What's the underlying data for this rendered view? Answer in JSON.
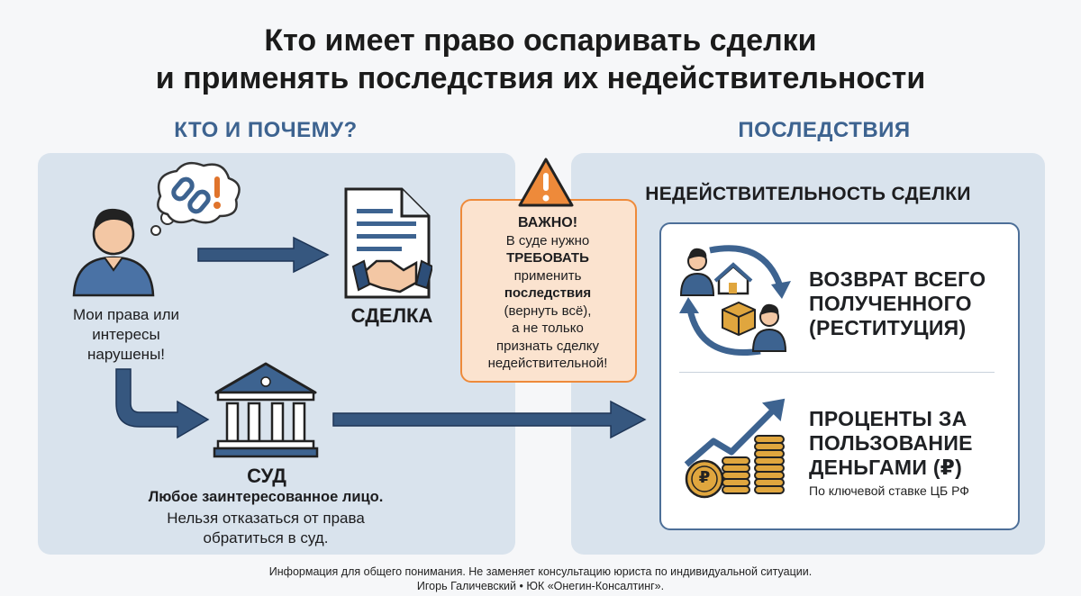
{
  "title": {
    "line1": "Кто имеет право оспаривать сделки",
    "line2": "и применять последствия их недействительности"
  },
  "left": {
    "heading": "КТО И ПОЧЕМУ?",
    "person_caption": [
      "Мои права или",
      "интересы",
      "нарушены!"
    ],
    "deal_label": "СДЕЛКА",
    "court_label": "СУД",
    "court_bold": "Любое заинтересованное лицо.",
    "court_text": [
      "Нельзя отказаться от права",
      "обратиться в суд."
    ]
  },
  "important": {
    "heading": "ВАЖНО!",
    "l1": "В суде нужно",
    "l2": "ТРЕБОВАТЬ",
    "l3": "применить",
    "l4": "последствия",
    "l5": "(вернуть всё),",
    "l6": "а не только",
    "l7": "признать сделку",
    "l8": "недействительной!"
  },
  "right": {
    "heading": "ПОСЛЕДСТВИЯ",
    "subheading": "НЕДЕЙСТВИТЕЛЬНОСТЬ СДЕЛКИ",
    "item1": [
      "ВОЗВРАТ ВСЕГО",
      "ПОЛУЧЕННОГО",
      "(РЕСТИТУЦИЯ)"
    ],
    "item2": [
      "ПРОЦЕНТЫ ЗА",
      "ПОЛЬЗОВАНИЕ",
      "ДЕНЬГАМИ (₽)"
    ],
    "item2_note": "По ключевой ставке ЦБ РФ",
    "coin_symbol": "₽"
  },
  "footer": {
    "line1": "Информация для общего понимания. Не заменяет консультацию юриста по индивидуальной ситуации.",
    "line2": "Игорь Галичевский • ЮК «Онегин-Консалтинг»."
  },
  "colors": {
    "accent_blue": "#3d6390",
    "panel_bg": "#d9e3ed",
    "warning_orange": "#ee8a3a",
    "note_bg": "#fbe3cf",
    "coin_gold": "#e0a63e"
  }
}
